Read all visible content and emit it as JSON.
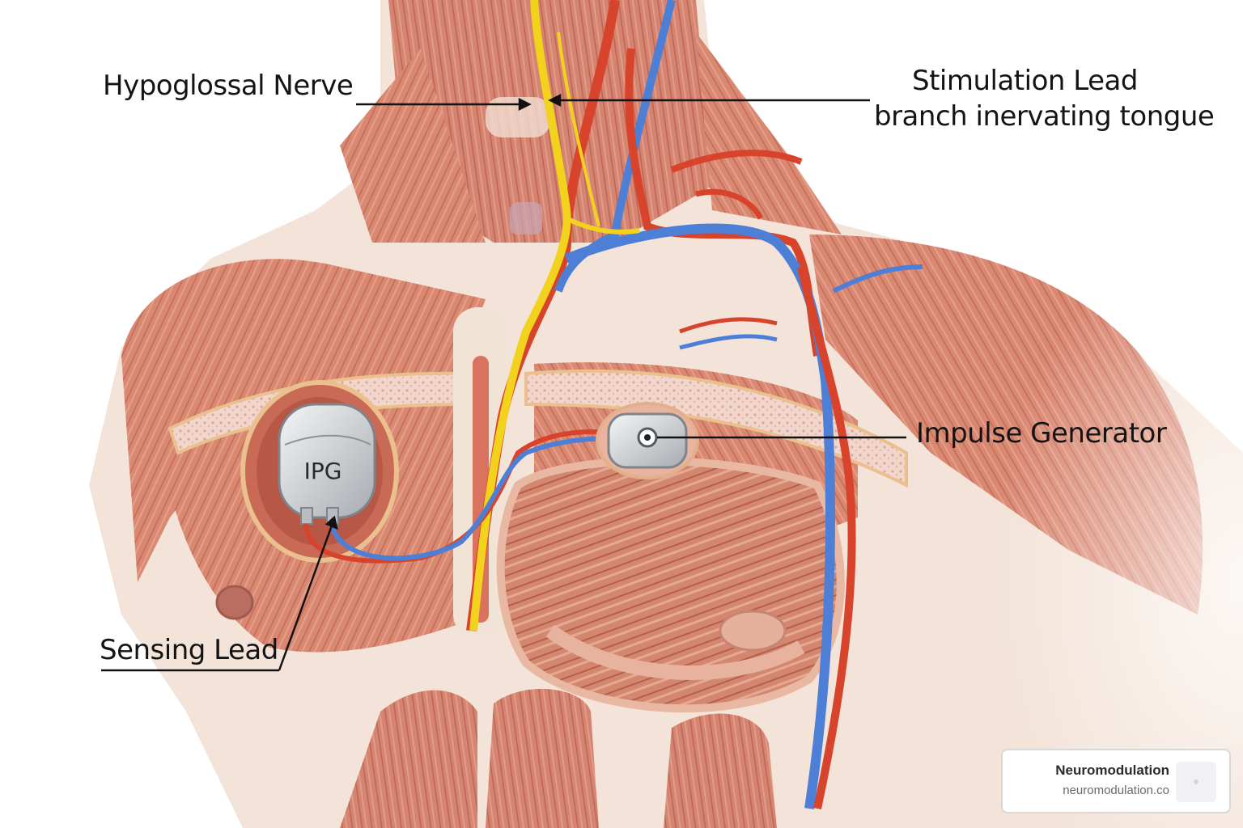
{
  "labels": {
    "hypoglossal_nerve": "Hypoglossal Nerve",
    "stimulation_lead_line1": "Stimulation Lead",
    "stimulation_lead_line2": "branch inervating tongue",
    "impulse_generator": "Impulse Generator",
    "sensing_lead": "Sensing Lead",
    "ipg": "IPG"
  },
  "brand": {
    "name": "Neuromodulation",
    "url": "neuromodulation.co"
  },
  "colors": {
    "muscle": "#d9826f",
    "muscle_dark": "#b85a4a",
    "tendon": "#f3e7dc",
    "nerve": "#f2d21c",
    "artery": "#d8432c",
    "vein": "#4e7fd6",
    "device": "#cfd2d6"
  }
}
